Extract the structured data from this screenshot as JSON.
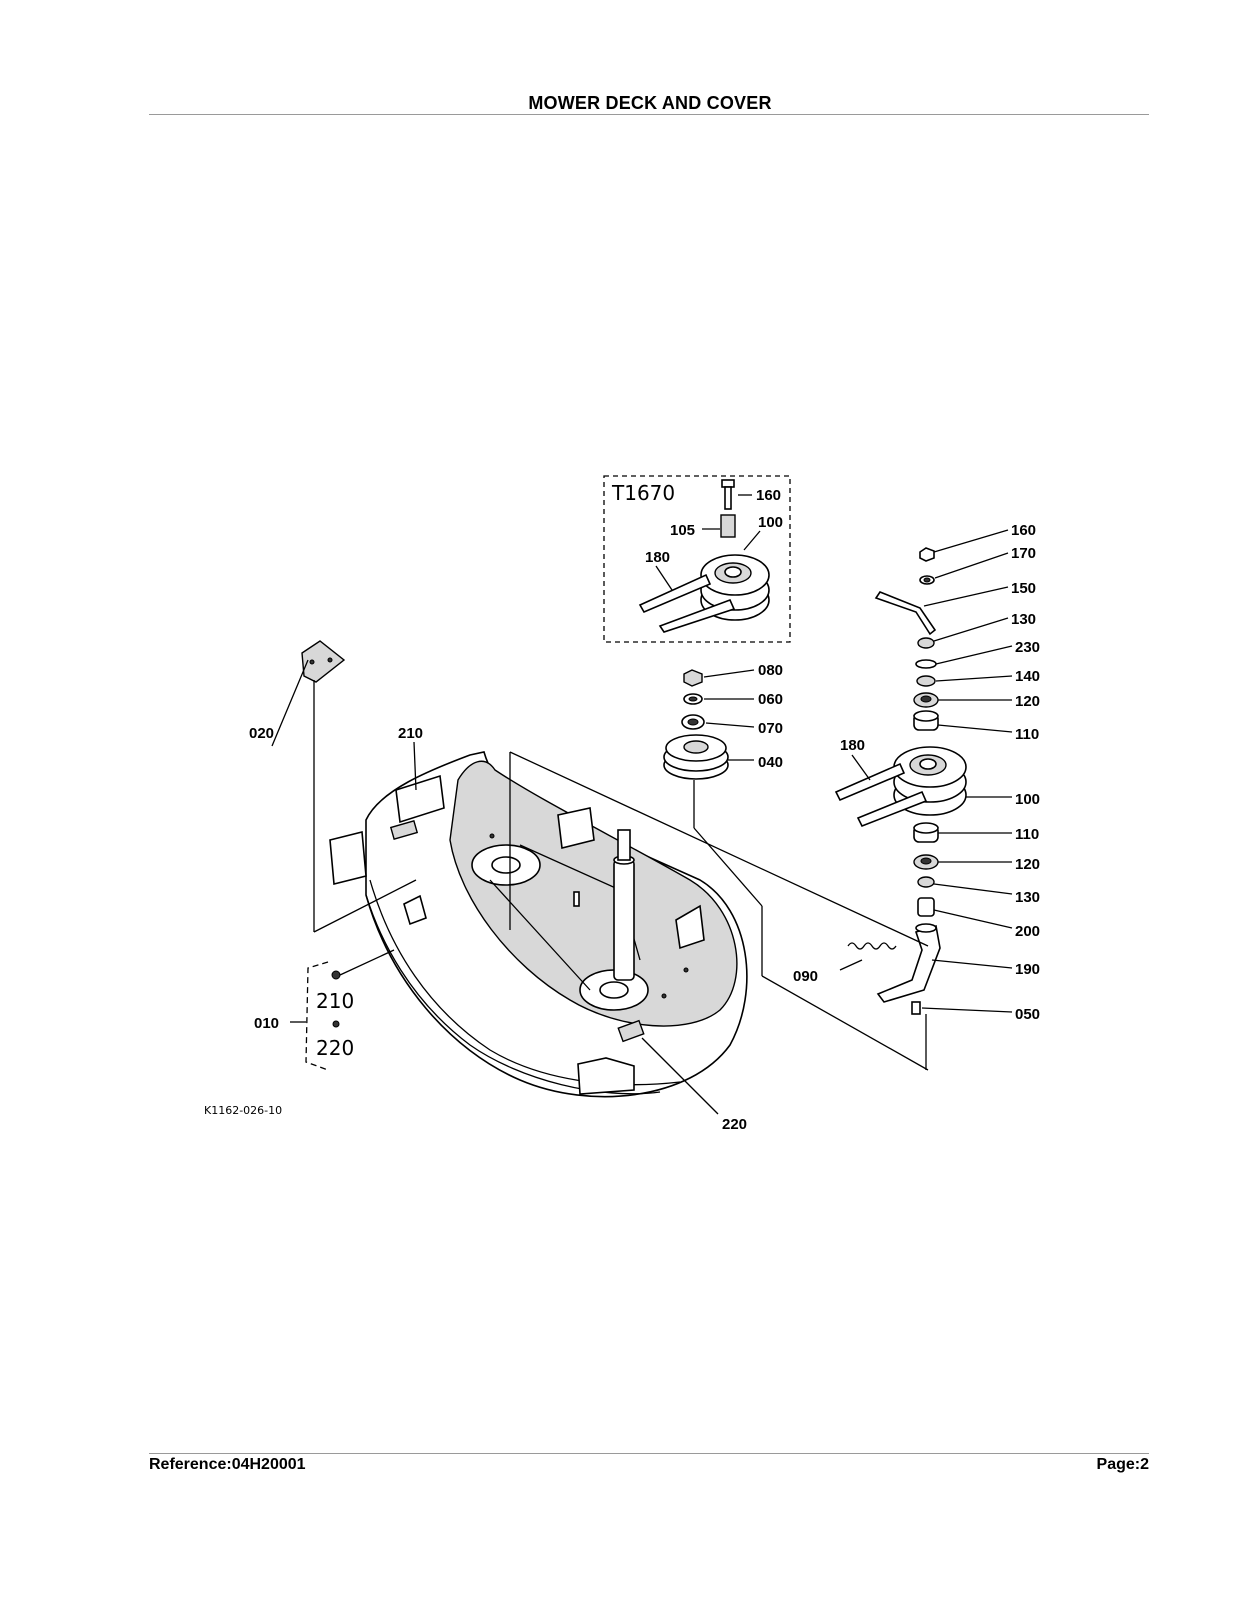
{
  "header": {
    "title": "MOWER DECK AND COVER"
  },
  "footer": {
    "reference": "Reference:04H20001",
    "page": "Page:2"
  },
  "diagram": {
    "inset_label": "T1670",
    "figure_code": "K1162-026-10",
    "callouts": {
      "inset_160": "160",
      "inset_105": "105",
      "inset_100": "100",
      "inset_180": "180",
      "c080": "080",
      "c060": "060",
      "c070": "070",
      "c040": "040",
      "c020": "020",
      "c210_top": "210",
      "r160": "160",
      "r170": "170",
      "r150": "150",
      "r130_top": "130",
      "r230": "230",
      "r140": "140",
      "r120_top": "120",
      "r110_top": "110",
      "r180": "180",
      "r100": "100",
      "r110_bot": "110",
      "r120_bot": "120",
      "r130_bot": "130",
      "r200": "200",
      "r190": "190",
      "r050": "050",
      "c090": "090",
      "c010": "010",
      "kit_210": "210",
      "kit_220": "220",
      "c220_bottom": "220"
    }
  }
}
